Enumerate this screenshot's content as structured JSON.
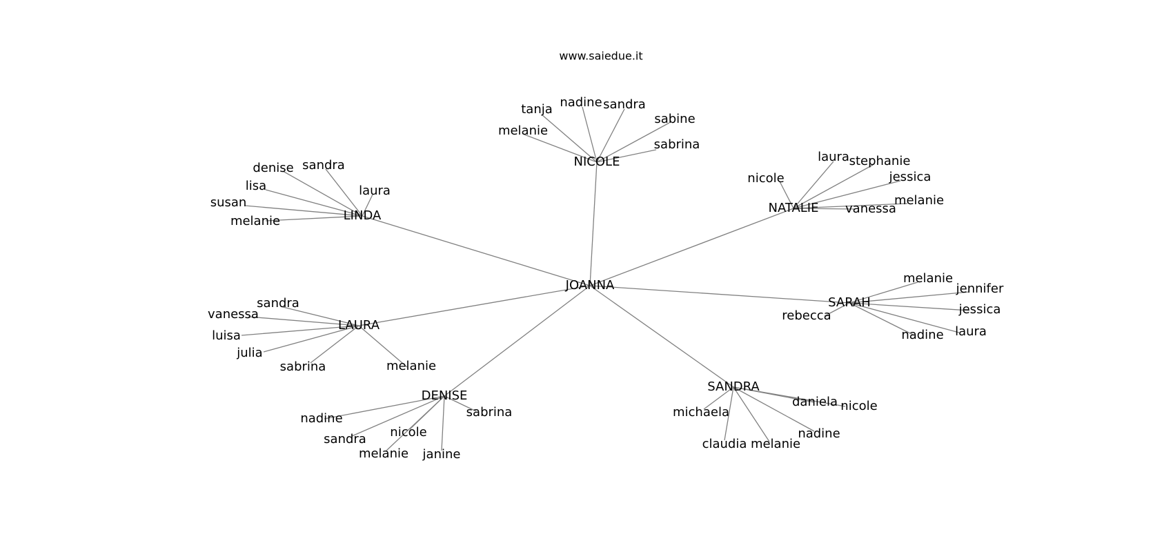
{
  "site": "www.saiedue.it",
  "center": "JOANNA",
  "clusters": [
    {
      "name": "NICOLE",
      "members": [
        "tanja",
        "nadine",
        "sandra",
        "sabine",
        "melanie",
        "sabrina"
      ]
    },
    {
      "name": "LINDA",
      "members": [
        "denise",
        "sandra",
        "lisa",
        "laura",
        "susan",
        "melanie"
      ]
    },
    {
      "name": "NATALIE",
      "members": [
        "laura",
        "stephanie",
        "nicole",
        "jessica",
        "melanie",
        "vanessa"
      ]
    },
    {
      "name": "SARAH",
      "members": [
        "melanie",
        "jennifer",
        "jessica",
        "rebecca",
        "laura",
        "nadine"
      ]
    },
    {
      "name": "LAURA",
      "members": [
        "sandra",
        "vanessa",
        "luisa",
        "julia",
        "sabrina",
        "melanie"
      ]
    },
    {
      "name": "DENISE",
      "members": [
        "sabrina",
        "nadine",
        "nicole",
        "sandra",
        "melanie",
        "janine"
      ]
    },
    {
      "name": "SANDRA",
      "members": [
        "daniela",
        "nicole",
        "michaela",
        "nadine",
        "claudia",
        "melanie"
      ]
    }
  ]
}
